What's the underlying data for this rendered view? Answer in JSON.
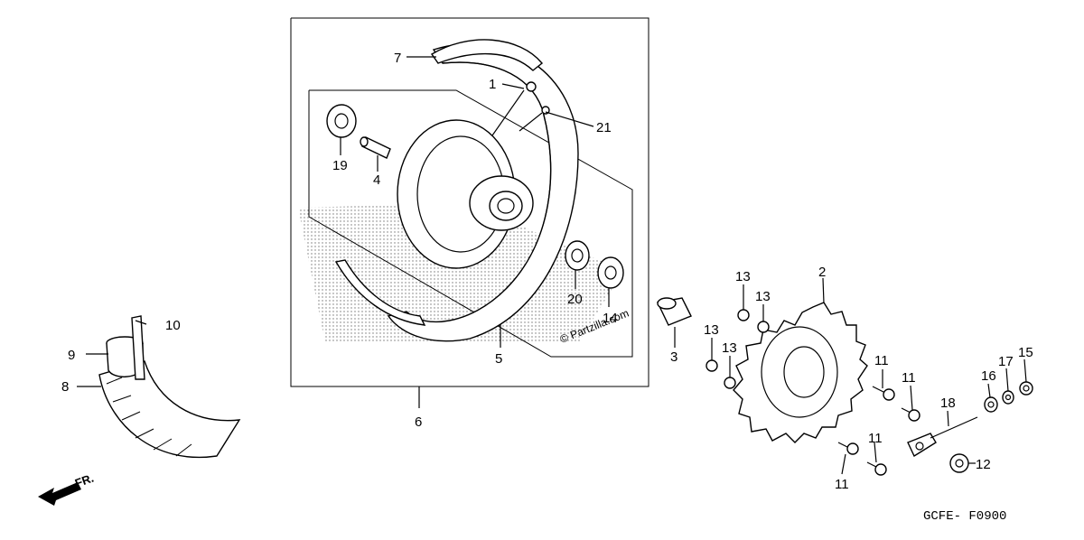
{
  "watermark": "© Partzilla.com",
  "diagram_code": "GCFE- F0900",
  "front_arrow_label": "FR.",
  "callouts": {
    "c1": "1",
    "c2": "2",
    "c3": "3",
    "c4": "4",
    "c5": "5",
    "c6": "6",
    "c7": "7",
    "c8": "8",
    "c9": "9",
    "c10": "10",
    "c11a": "11",
    "c11b": "11",
    "c11c": "11",
    "c11d": "11",
    "c12": "12",
    "c13a": "13",
    "c13b": "13",
    "c13c": "13",
    "c13d": "13",
    "c14": "14",
    "c15": "15",
    "c16": "16",
    "c17": "17",
    "c18": "18",
    "c19": "19",
    "c20": "20",
    "c21": "21"
  }
}
